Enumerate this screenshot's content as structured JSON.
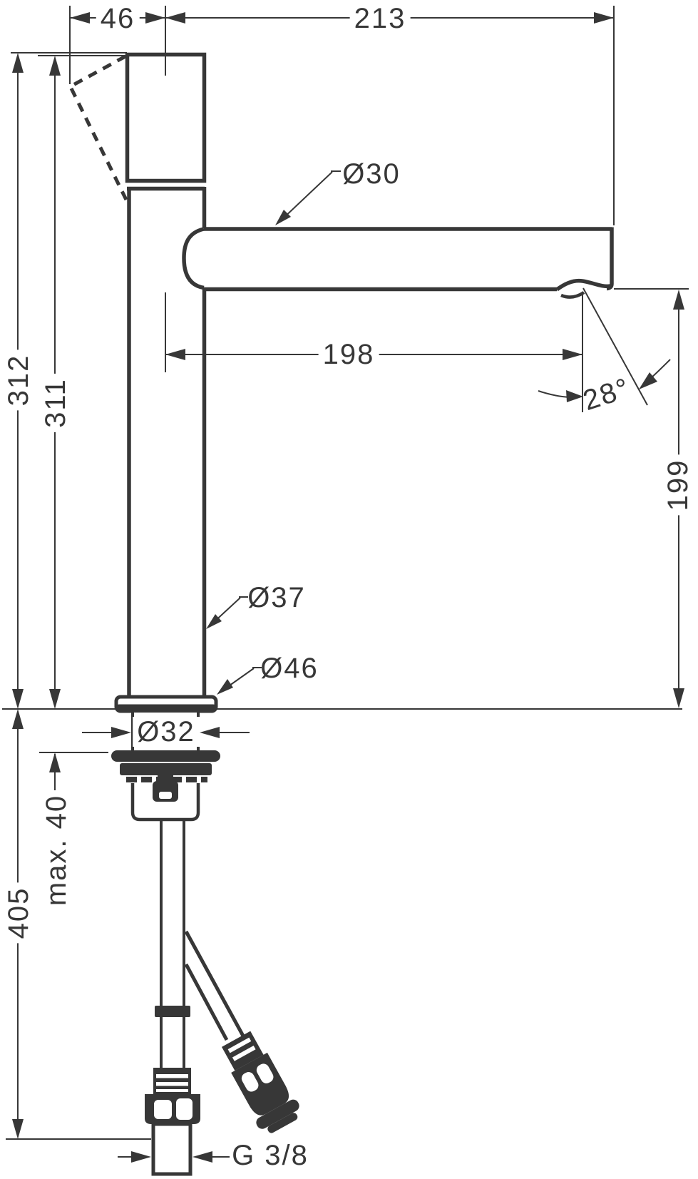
{
  "dimensions": {
    "handle_offset": "46",
    "spout_reach_total": "213",
    "height_total": "312",
    "height_to_top": "311",
    "reach_to_aerator": "198",
    "spout_height": "199",
    "aerator_angle": "28°",
    "spout_diameter": "Ø30",
    "body_diameter": "Ø37",
    "base_diameter": "Ø46",
    "shank_diameter": "Ø32",
    "max_deck_thickness": "max. 40",
    "installation_depth": "405",
    "connection_thread": "G 3/8"
  },
  "colors": {
    "line": "#373737",
    "background": "#ffffff"
  }
}
